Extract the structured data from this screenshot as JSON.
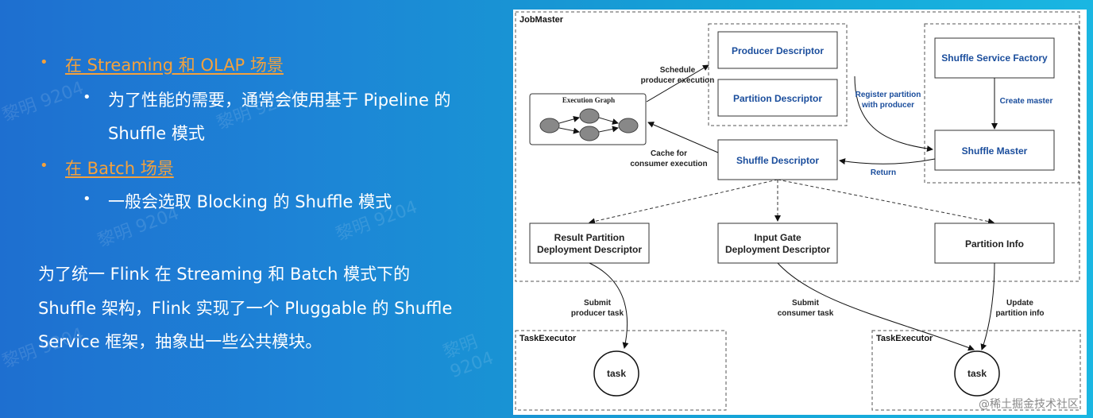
{
  "left": {
    "bullet1": "在 Streaming 和 OLAP 场景",
    "sub1_line1": "为了性能的需要，通常会使用基于 Pipeline 的",
    "sub1_line2": "Shuffle 模式",
    "bullet2": "在 Batch 场景",
    "sub2": "一般会选取 Blocking 的 Shuffle 模式",
    "para_line1": "为了统一 Flink 在 Streaming 和 Batch 模式下的",
    "para_line2": "Shuffle 架构，Flink 实现了一个 Pluggable 的 Shuffle",
    "para_line3": "Service 框架，抽象出一些公共模块。",
    "watermark": "黎明 9204"
  },
  "diagram": {
    "jobmaster": "JobMaster",
    "execution_graph": "Execution Graph",
    "producer_descriptor": "Producer Descriptor",
    "partition_descriptor": "Partition Descriptor",
    "shuffle_descriptor": "Shuffle Descriptor",
    "shuffle_service_factory": "Shuffle Service Factory",
    "shuffle_master": "Shuffle Master",
    "schedule_l1": "Schedule",
    "schedule_l2": "producer execution",
    "cache_l1": "Cache for",
    "cache_l2": "consumer execution",
    "register_l1": "Register partition",
    "register_l2": "with producer",
    "create_master": "Create master",
    "return_label": "Return",
    "rp_l1": "Result Partition",
    "rp_l2": "Deployment Descriptor",
    "ig_l1": "Input Gate",
    "ig_l2": "Deployment Descriptor",
    "partition_info": "Partition Info",
    "submit_prod_l1": "Submit",
    "submit_prod_l2": "producer task",
    "submit_cons_l1": "Submit",
    "submit_cons_l2": "consumer task",
    "update_l1": "Update",
    "update_l2": "partition info",
    "taskexecutor_left": "TaskExecutor",
    "taskexecutor_right": "TaskExecutor",
    "task_left": "task",
    "task_right": "task"
  },
  "footer": {
    "credit": "@稀土掘金技术社区"
  }
}
